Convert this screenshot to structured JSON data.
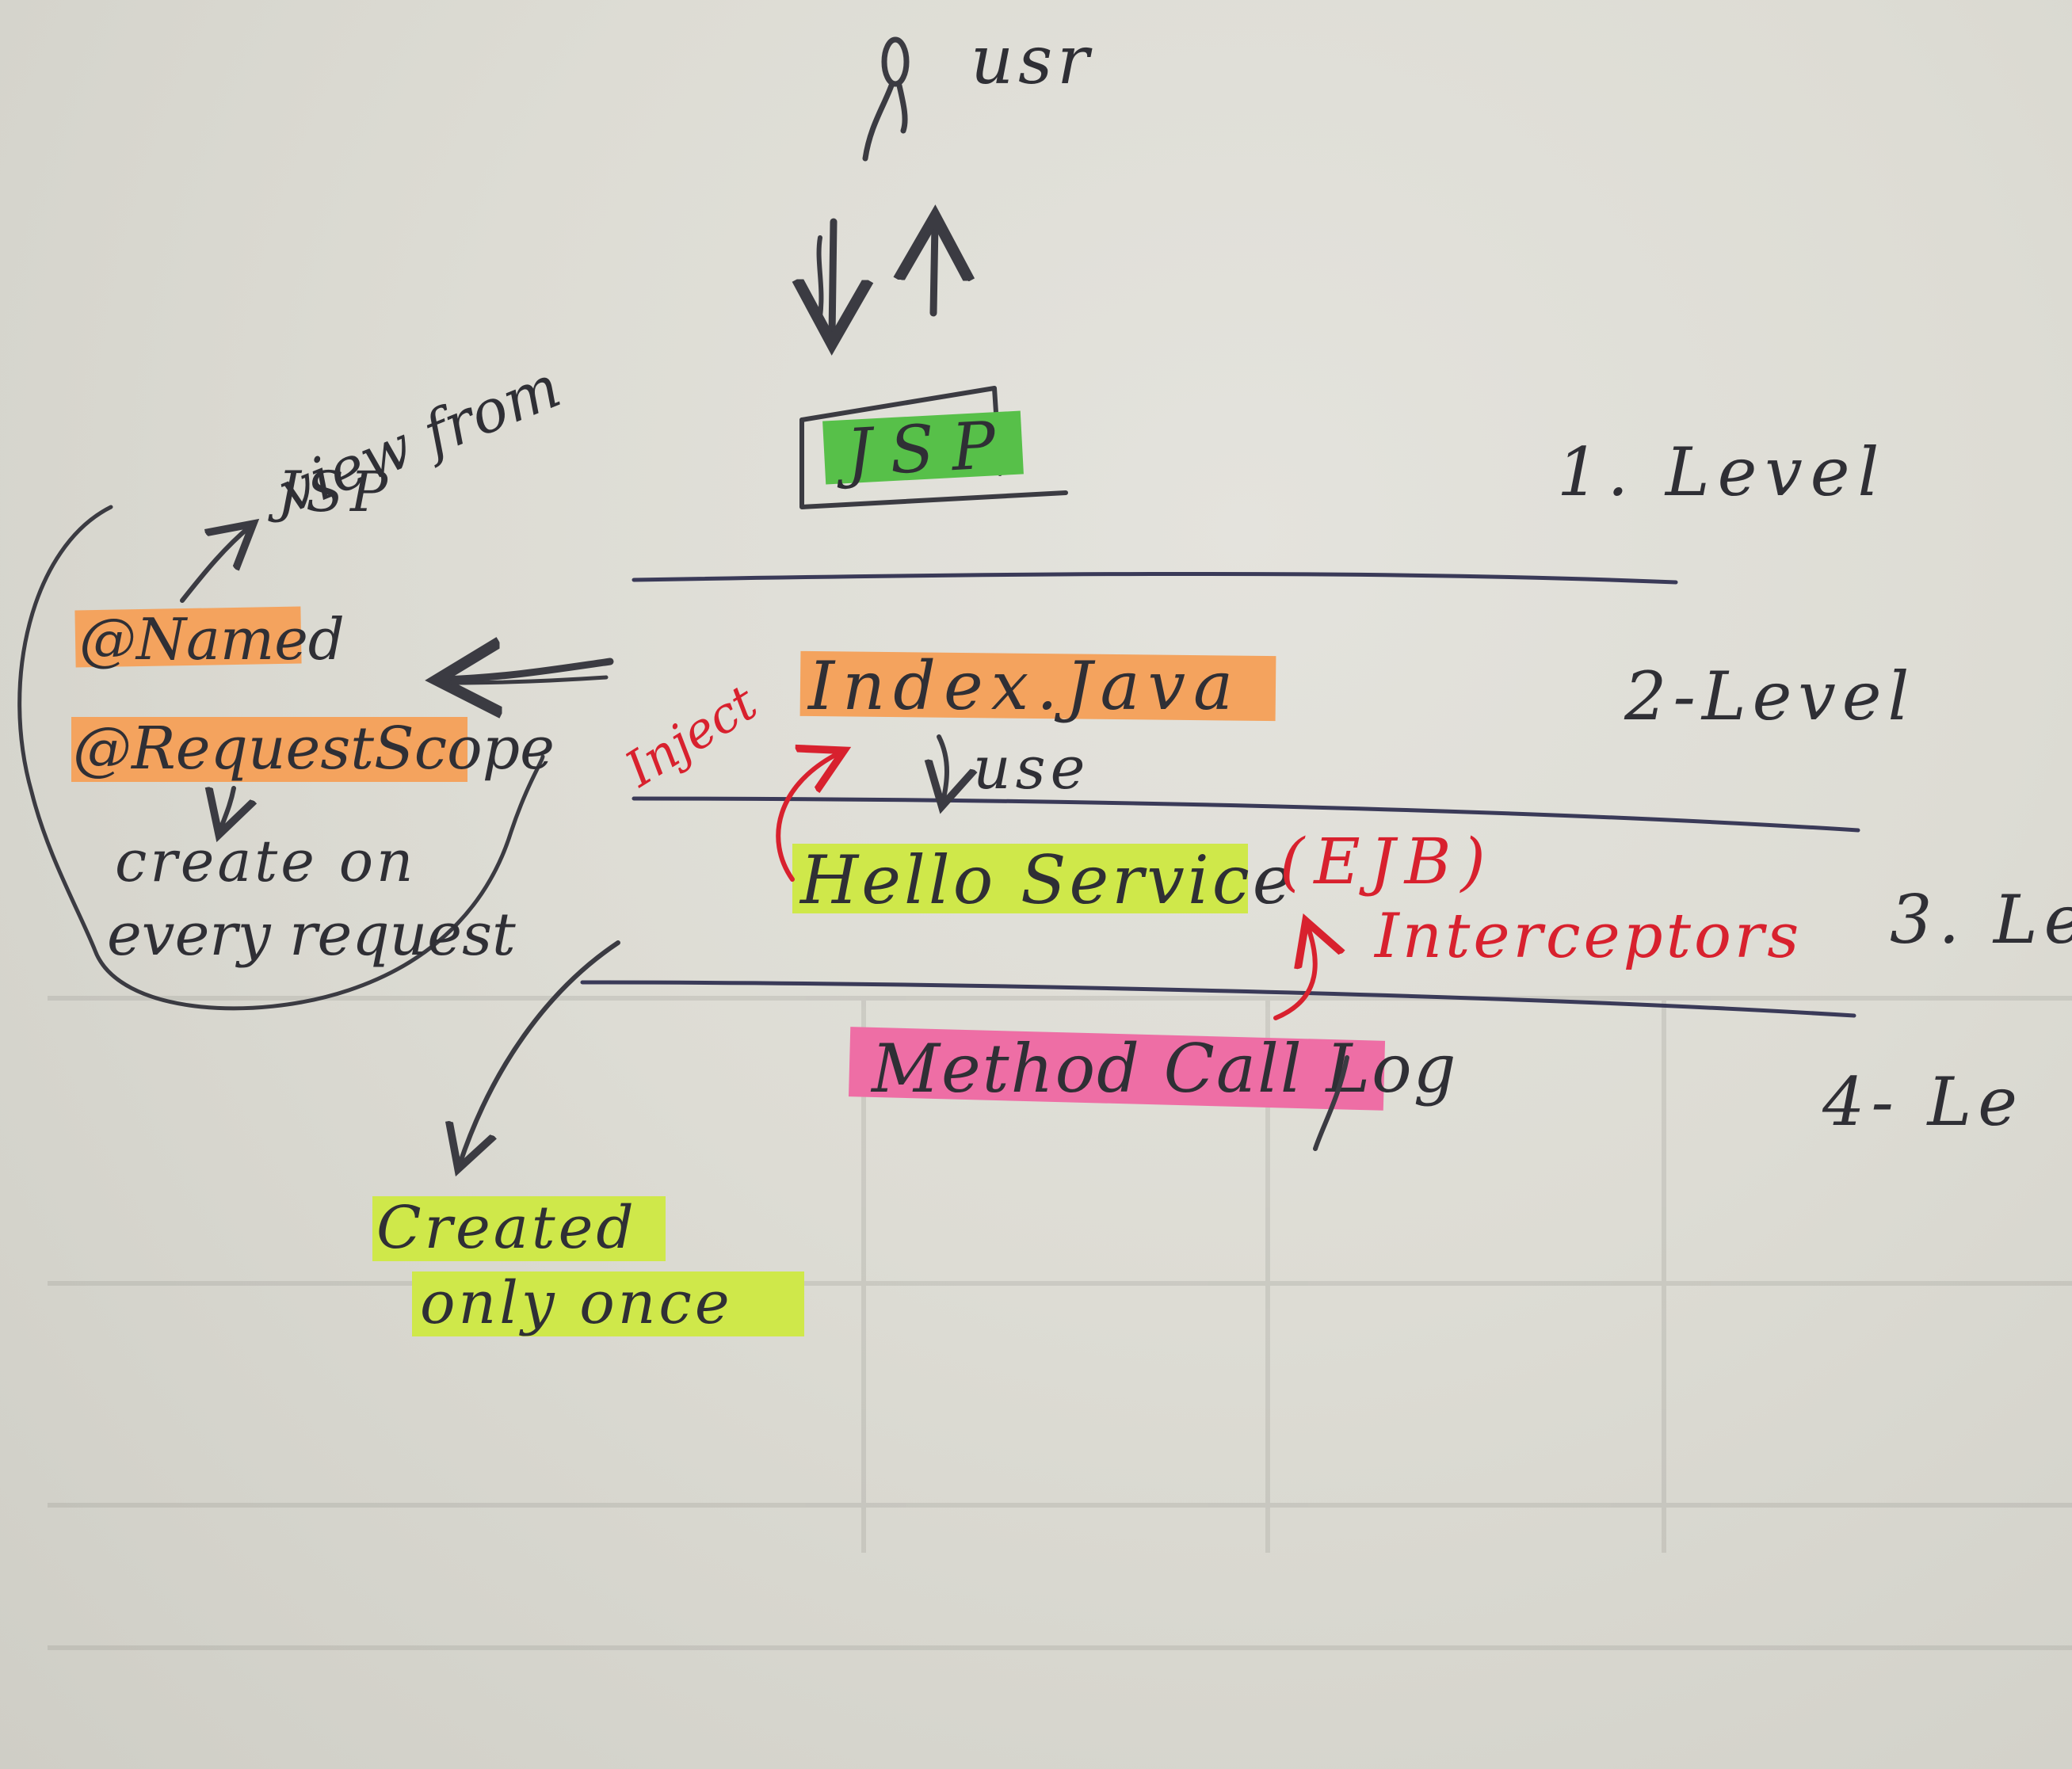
{
  "colors": {
    "paper": "#dddcd4",
    "ink": "#2f2f35",
    "red_ink": "#d8212e",
    "orange_highlight": "#f4a35e",
    "green_highlight": "#57c049",
    "yellow_green_highlight": "#cfe84a",
    "pink_highlight": "#ee6ea5"
  },
  "top": {
    "user_icon": "stick-figure-icon",
    "user_label": "usr",
    "jsp_label": "JSP"
  },
  "levels": {
    "l1": "1. Level",
    "l2": "2-Level",
    "l3": "3. Le",
    "l4": "4- Le"
  },
  "nodes": {
    "index": "Index.Java",
    "use": "use",
    "hello": "Hello Service",
    "ejb": "(EJB)",
    "interceptors": "Interceptors",
    "method": "Method Call Log",
    "inject": "Inject"
  },
  "annotations": {
    "named": "@Named",
    "request_scope": "@RequestScope",
    "view_from": "view from",
    "view_jsp": "JSP",
    "create_on": "create on",
    "every_request": "every request",
    "created": "Created",
    "only_once": "only once"
  }
}
